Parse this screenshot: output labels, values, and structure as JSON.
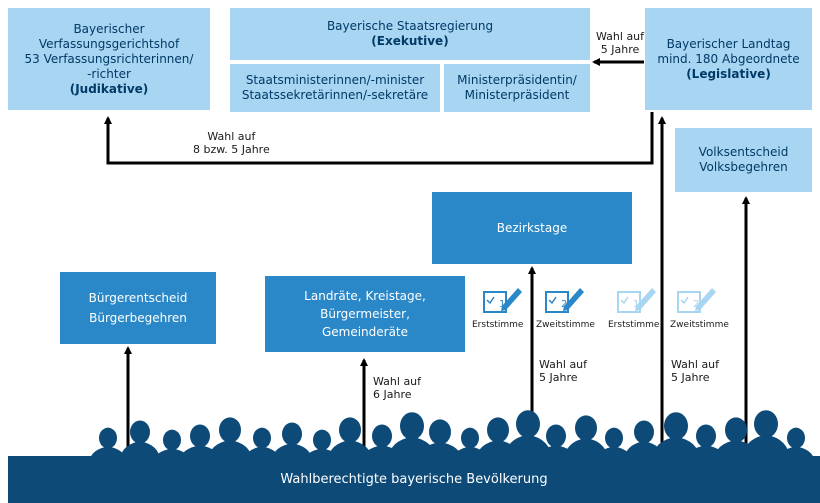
{
  "boxes": {
    "verfassungsgericht": {
      "line1": "Bayerischer",
      "line2": "Verfassungsgerichtshof",
      "line3": "53 Verfassungsrichterinnen/",
      "line4": "-richter",
      "line5": "(Judikative)"
    },
    "staatsregierung": {
      "line1": "Bayerische Staatsregierung",
      "line2": "(Exekutive)"
    },
    "staatsminister": {
      "line1": "Staatsministerinnen/-minister",
      "line2": "Staatssekretärinnen/-sekretäre"
    },
    "ministerpraesident": {
      "line1": "Ministerpräsidentin/",
      "line2": "Ministerpräsident"
    },
    "landtag": {
      "line1": "Bayerischer Landtag",
      "line2": "mind. 180 Abgeordnete",
      "line3": "(Legislative)"
    },
    "volksentscheid": {
      "line1": "Volksentscheid",
      "line2": "Volksbegehren"
    },
    "bezirkstage": {
      "line1": "Bezirkstage"
    },
    "buergerentscheid": {
      "line1": "Bürgerentscheid",
      "line2": "Bürgerbegehren"
    },
    "kommunal": {
      "line1": "Landräte, Kreistage,",
      "line2": "Bürgermeister,",
      "line3": "Gemeinderäte"
    }
  },
  "labels": {
    "wahl_5_top": {
      "line1": "Wahl auf",
      "line2": "5 Jahre"
    },
    "wahl_8_5": {
      "line1": "Wahl auf",
      "line2": "8 bzw. 5 Jahre"
    },
    "wahl_6": {
      "line1": "Wahl auf",
      "line2": "6 Jahre"
    },
    "wahl_5_bezirk": {
      "line1": "Wahl auf",
      "line2": "5 Jahre"
    },
    "wahl_5_landtag": {
      "line1": "Wahl auf",
      "line2": "5 Jahre"
    }
  },
  "ballots": [
    {
      "number": "1",
      "label": "Erststimme",
      "faded": false
    },
    {
      "number": "2",
      "label": "Zweitstimme",
      "faded": false
    },
    {
      "number": "1",
      "label": "Erststimme",
      "faded": true
    },
    {
      "number": "2",
      "label": "Zweitstimme",
      "faded": true
    }
  ],
  "population": "Wahlberechtigte bayerische Bevölkerung",
  "colors": {
    "light_box": "#a8d5f2",
    "dark_box": "#2a88c8",
    "band": "#0d4a78",
    "arrow": "#000000"
  }
}
